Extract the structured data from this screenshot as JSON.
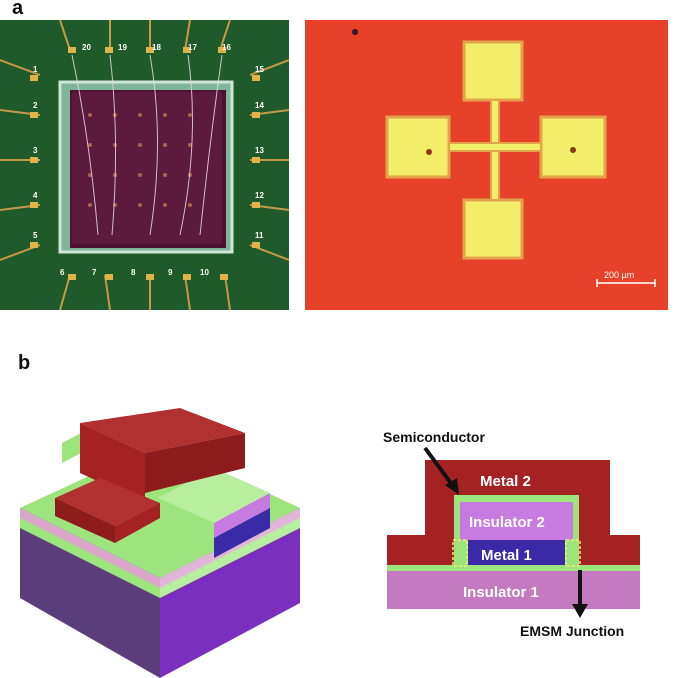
{
  "panel_a": {
    "letter": "a",
    "chip_photo": {
      "pin_numbers_top": [
        "20",
        "19",
        "18",
        "17",
        "16"
      ],
      "pin_numbers_left": [
        "1",
        "2",
        "3",
        "4",
        "5"
      ],
      "pin_numbers_right": [
        "15",
        "14",
        "13",
        "12",
        "11"
      ],
      "pin_numbers_bottom": [
        "6",
        "7",
        "8",
        "9",
        "10"
      ]
    },
    "micrograph": {
      "scale_bar_label": "200 µm"
    }
  },
  "panel_b": {
    "letter": "b",
    "cross_section": {
      "metal2_label": "Metal 2",
      "insulator2_label": "Insulator 2",
      "metal1_label": "Metal 1",
      "insulator1_label": "Insulator 1",
      "semiconductor_label": "Semiconductor",
      "junction_label": "EMSM Junction"
    }
  },
  "colors": {
    "pcb_green": "#1f5a2a",
    "gold_pad": "#e0b24a",
    "micrograph_red": "#e8412a",
    "pad_yellow": "#f2ee6a",
    "metal2": "#a52222",
    "semiconductor": "#9be57c",
    "insulator2": "#c77be0",
    "metal1": "#3a2aa8",
    "insulator1": "#c47ac0",
    "substrate_purple": "#7a2fbf"
  }
}
